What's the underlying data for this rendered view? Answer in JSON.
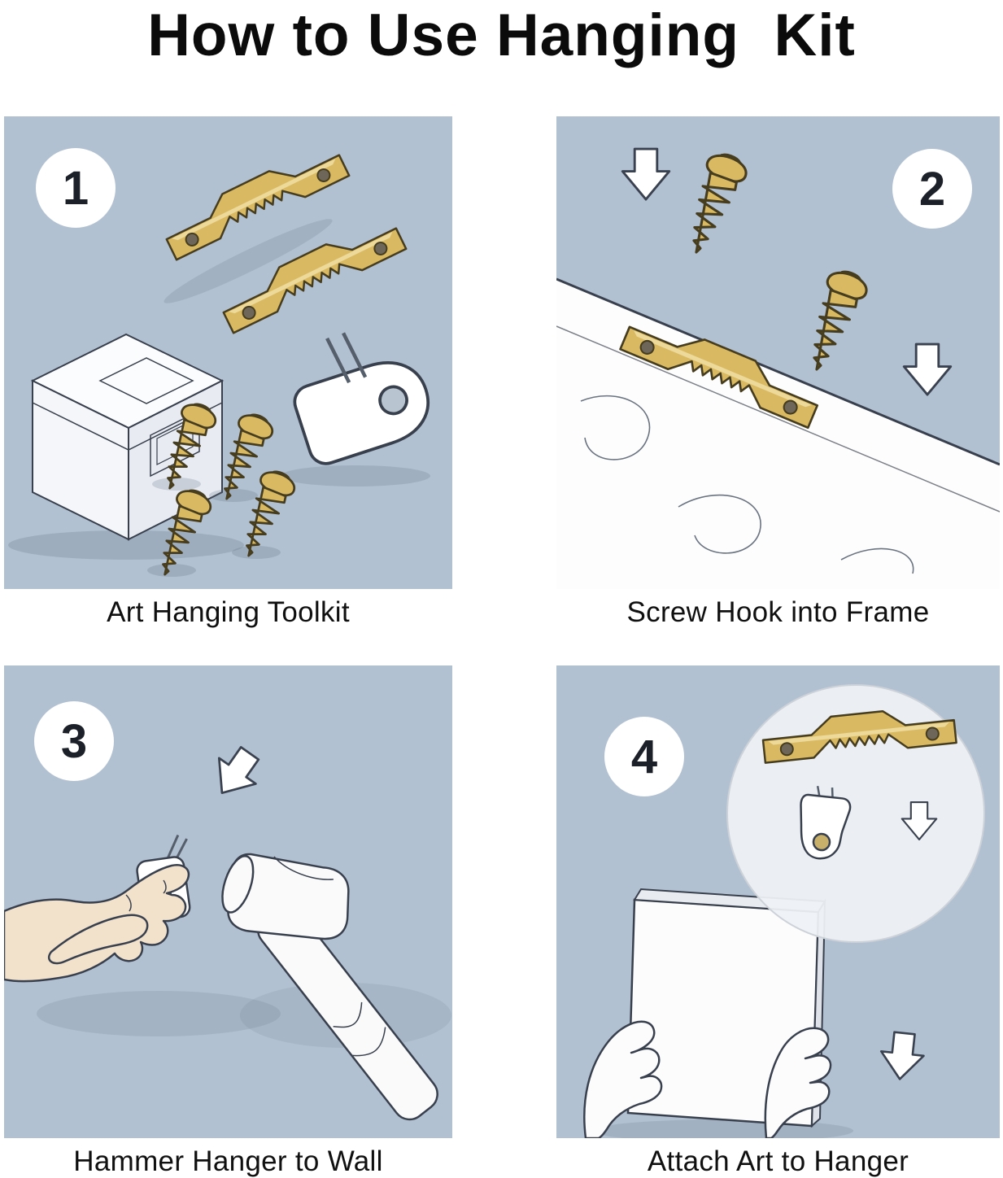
{
  "title": "How to Use Hanging  Kit",
  "panels": [
    {
      "number": "1",
      "caption": "Art Hanging Toolkit"
    },
    {
      "number": "2",
      "caption": "Screw Hook into Frame"
    },
    {
      "number": "3",
      "caption": "Hammer Hanger to Wall"
    },
    {
      "number": "4",
      "caption": "Attach Art to Hanger"
    }
  ],
  "colors": {
    "panel_background": "#b2c1d1",
    "brass": "#d9ba62",
    "outline": "#39404d",
    "skin": "#f3e2cb",
    "arrow_white": "#ffffff",
    "title_text": "#0b0b0b"
  }
}
